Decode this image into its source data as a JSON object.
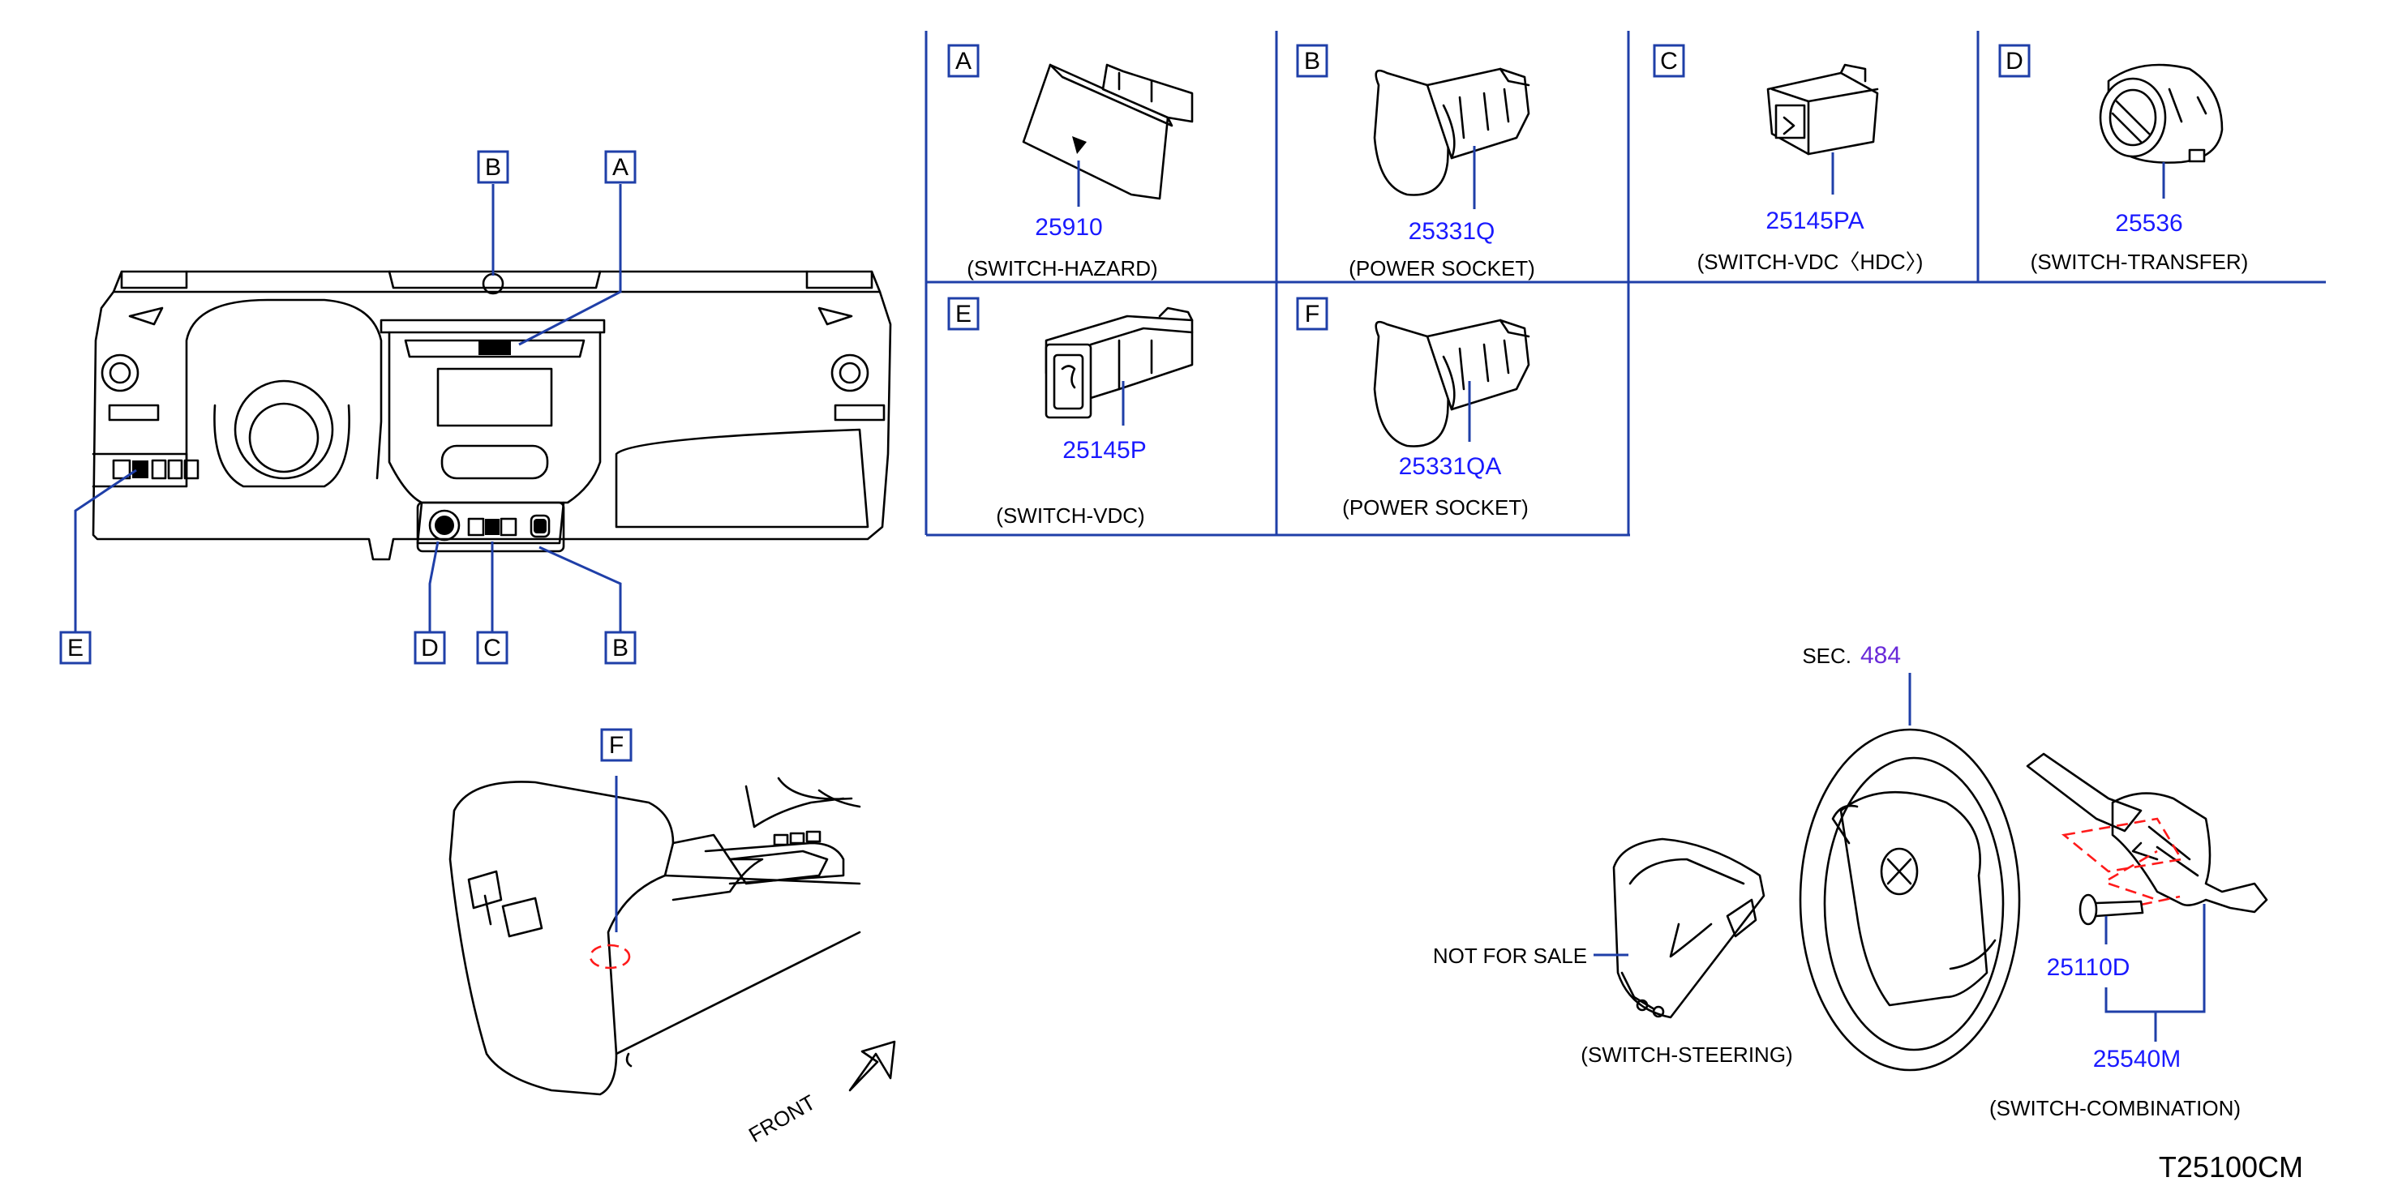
{
  "callouts": {
    "dash_b": "B",
    "dash_a": "A",
    "console_d": "D",
    "console_c": "C",
    "console_b": "B",
    "left_e": "E",
    "tunnel_f": "F"
  },
  "cells": [
    {
      "letter": "A",
      "part_no": "25910",
      "caption": "(SWITCH-HAZARD)"
    },
    {
      "letter": "B",
      "part_no": "25331Q",
      "caption": "(POWER   SOCKET)"
    },
    {
      "letter": "C",
      "part_no": "25145PA",
      "caption": "(SWITCH-VDC〈HDC〉)"
    },
    {
      "letter": "D",
      "part_no": "25536",
      "caption": "(SWITCH-TRANSFER)"
    },
    {
      "letter": "E",
      "part_no": "25145P",
      "caption": "(SWITCH-VDC)"
    },
    {
      "letter": "F",
      "part_no": "25331QA",
      "caption": "(POWER   SOCKET)"
    }
  ],
  "steering": {
    "sec_label": "SEC.",
    "sec_number": "484",
    "not_for_sale": "NOT   FOR   SALE",
    "switch_steering": "(SWITCH-STEERING)",
    "part_screw": "25110D",
    "part_combination": "25540M",
    "switch_combination": "(SWITCH-COMBINATION)"
  },
  "front_label": "FRONT",
  "drawing_id": "T25100CM",
  "colors": {
    "callout_blue": "#1f3fa8",
    "part_number_blue": "#1a1aff",
    "section_purple": "#6a2bd9",
    "hidden_red": "#ff1a1a"
  }
}
